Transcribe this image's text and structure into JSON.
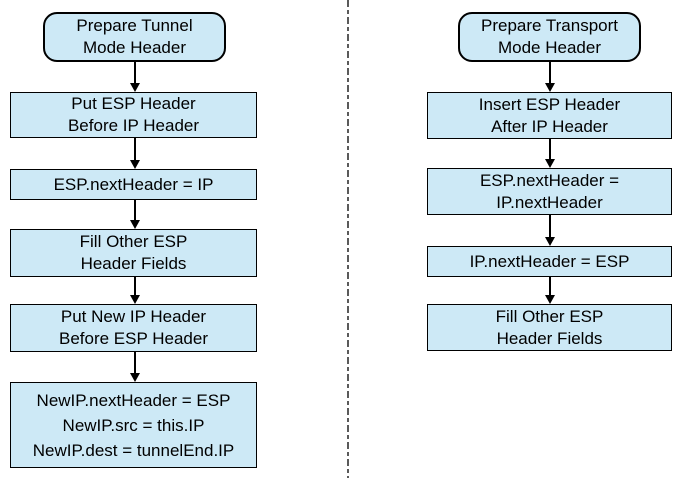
{
  "diagram": {
    "background_color": "#ffffff",
    "node_fill_color": "#cde9f6",
    "node_border_color": "#000000",
    "arrow_color": "#000000",
    "divider": {
      "color": "#5a5a5a",
      "style": "dashed-vertical"
    },
    "tunnel": {
      "start": [
        "Prepare Tunnel",
        "Mode Header"
      ],
      "steps": [
        [
          "Put ESP Header",
          "Before IP Header"
        ],
        [
          "ESP.nextHeader = IP"
        ],
        [
          "Fill Other ESP",
          "Header Fields"
        ],
        [
          "Put New IP Header",
          "Before ESP Header"
        ],
        [
          "NewIP.nextHeader = ESP",
          "NewIP.src = this.IP",
          "NewIP.dest = tunnelEnd.IP"
        ]
      ]
    },
    "transport": {
      "start": [
        "Prepare Transport",
        "Mode Header"
      ],
      "steps": [
        [
          "Insert ESP Header",
          "After IP Header"
        ],
        [
          "ESP.nextHeader =",
          "IP.nextHeader"
        ],
        [
          "IP.nextHeader = ESP"
        ],
        [
          "Fill Other ESP",
          "Header Fields"
        ]
      ]
    }
  }
}
